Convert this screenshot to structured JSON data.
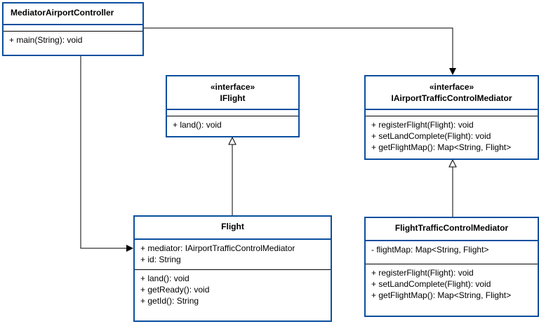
{
  "classes": {
    "controller": {
      "name": "MediatorAirportController",
      "stereotype": "",
      "attributes": [],
      "operations": [
        "+ main(String): void"
      ]
    },
    "iflight": {
      "name": "IFlight",
      "stereotype": "«interface»",
      "attributes": [],
      "operations": [
        "+ land(): void"
      ]
    },
    "imediator": {
      "name": "IAirportTrafficControlMediator",
      "stereotype": "«interface»",
      "attributes": [],
      "operations": [
        "+ registerFlight(Flight): void",
        "+ setLandComplete(Flight): void",
        "+ getFlightMap(): Map<String, Flight>"
      ]
    },
    "flight": {
      "name": "Flight",
      "stereotype": "",
      "attributes": [
        "+ mediator: IAirportTrafficControlMediator",
        "+ id: String"
      ],
      "operations": [
        "+ land(): void",
        "+ getReady(): void",
        "+ getId(): String"
      ]
    },
    "ftcm": {
      "name": "FlightTrafficControlMediator",
      "stereotype": "",
      "attributes": [
        "- flightMap: Map<String, Flight>"
      ],
      "operations": [
        "+ registerFlight(Flight): void",
        "+ setLandComplete(Flight): void",
        "+ getFlightMap(): Map<String, Flight>"
      ]
    }
  },
  "colors": {
    "class_border": "#0b4f9f",
    "edge": "#000000"
  }
}
